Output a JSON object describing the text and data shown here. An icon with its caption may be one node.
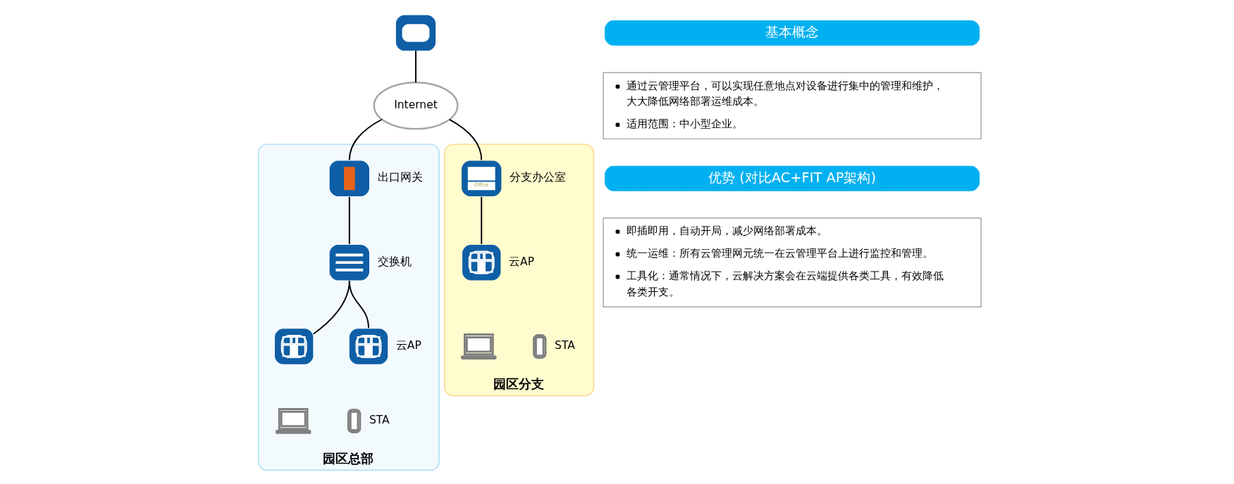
{
  "diagram": {
    "nodes": [
      {
        "text": [],
        "shape": "picture"
      },
      {
        "text": [
          "Internet"
        ]
      },
      {
        "text": [
          "园区总部"
        ]
      },
      {
        "text": [],
        "shape": "picture",
        "beside": [
          "出口网关"
        ],
        "in": 2
      },
      {
        "text": [],
        "shape": "picture",
        "beside": [
          "交换机"
        ],
        "in": 2
      },
      {
        "text": [],
        "shape": "picture",
        "in": 2
      },
      {
        "text": [],
        "shape": "picture",
        "beside": [
          "云AP"
        ],
        "in": 2
      },
      {
        "text": [],
        "shape": "picture",
        "in": 2
      },
      {
        "text": [],
        "shape": "picture",
        "beside": [
          "STA"
        ],
        "in": 2
      },
      {
        "text": [
          "园区分支"
        ]
      },
      {
        "text": [
          "Office"
        ],
        "beside": [
          "分支办公室"
        ],
        "in": 9
      },
      {
        "text": [],
        "shape": "picture",
        "beside": [
          "云AP"
        ],
        "in": 9
      },
      {
        "text": [],
        "shape": "picture",
        "in": 9
      },
      {
        "text": [],
        "shape": "picture",
        "beside": [
          "STA"
        ],
        "in": 9
      },
      {
        "text": [
          "基本概念"
        ]
      },
      {
        "text": [
          "通过云管理平台，可以实现任意地点对设备进行集中的管理和维护，大大降低网络部署运维成本。",
          "适用范围：中小型企业。"
        ]
      },
      {
        "text": [
          "优势 (对比AC+FIT AP架构)"
        ]
      },
      {
        "text": [
          "即插即用，自动开局，减少网络部署成本。",
          "统一运维：所有云管理网元统一在云管理平台上进行监控和管理。",
          "工具化：通常情况下，云解决方案会在云端提供各类工具，有效降低各类开支。"
        ]
      }
    ],
    "edges": [
      {
        "from": 0,
        "to": 1,
        "arrow": "none"
      },
      {
        "from": 1,
        "to": 3,
        "arrow": "none"
      },
      {
        "from": 1,
        "to": 10,
        "arrow": "none"
      },
      {
        "from": 3,
        "to": 4,
        "arrow": "none"
      },
      {
        "from": 4,
        "to": 5,
        "arrow": "none"
      },
      {
        "from": 4,
        "to": 6,
        "arrow": "none"
      },
      {
        "from": 10,
        "to": 11,
        "arrow": "none"
      }
    ]
  }
}
